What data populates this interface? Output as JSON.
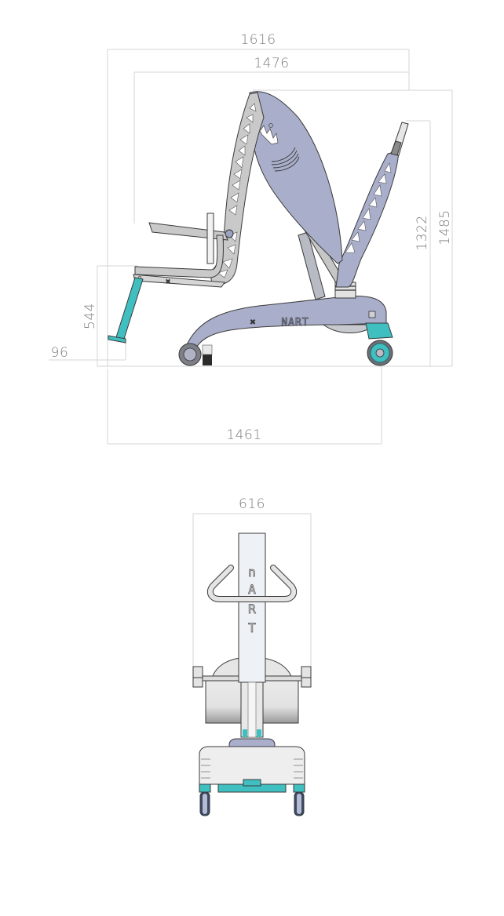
{
  "drawing": {
    "product_brand": "NART",
    "colors": {
      "body": "#a9aeca",
      "frame_gray": "#c9c9c9",
      "accent_teal": "#40bfc1",
      "dimension_line": "#d6d6d6",
      "dimension_text": "#7a7a7a",
      "wheel_gray": "#7d7f86"
    },
    "side_view": {
      "dimensions": {
        "overall_length": "1616",
        "upper_length": "1476",
        "base_length": "1461",
        "handle_height": "1322",
        "overall_height": "1485",
        "seat_height": "544",
        "footrest_height": "96"
      }
    },
    "front_view": {
      "dimensions": {
        "overall_width": "616"
      },
      "column_letters": [
        "n",
        "A",
        "R",
        "T"
      ]
    }
  }
}
